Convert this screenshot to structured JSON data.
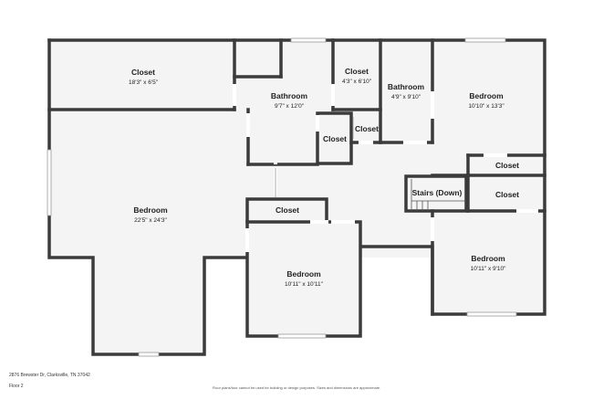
{
  "rooms": {
    "closet_top_left": {
      "name": "Closet",
      "dim": "18'3\" x 6'5\""
    },
    "bathroom_1": {
      "name": "Bathroom",
      "dim": "9'7\" x 12'0\""
    },
    "closet_small_top": {
      "name": "Closet",
      "dim": "4'3\" x 6'10\""
    },
    "bathroom_2": {
      "name": "Bathroom",
      "dim": "4'9\" x 9'10\""
    },
    "bedroom_top_right": {
      "name": "Bedroom",
      "dim": "10'10\" x 13'3\""
    },
    "closet_bath_a": {
      "name": "Closet"
    },
    "closet_bath_b": {
      "name": "Closet"
    },
    "closet_right_1": {
      "name": "Closet"
    },
    "stairs": {
      "name": "Stairs (Down)"
    },
    "closet_right_2": {
      "name": "Closet"
    },
    "bedroom_large": {
      "name": "Bedroom",
      "dim": "22'5\" x 24'3\""
    },
    "closet_center": {
      "name": "Closet"
    },
    "bedroom_center": {
      "name": "Bedroom",
      "dim": "10'11\" x 10'11\""
    },
    "bedroom_bottom_right": {
      "name": "Bedroom",
      "dim": "10'11\" x 9'10\""
    }
  },
  "footer": {
    "address": "2876 Brewster Dr, Clarksville, TN 37042",
    "floor": "Floor 2",
    "disclaimer": "Floor plans/tour cannot be used for building or design purposes. Sizes and dimensions are approximate."
  }
}
